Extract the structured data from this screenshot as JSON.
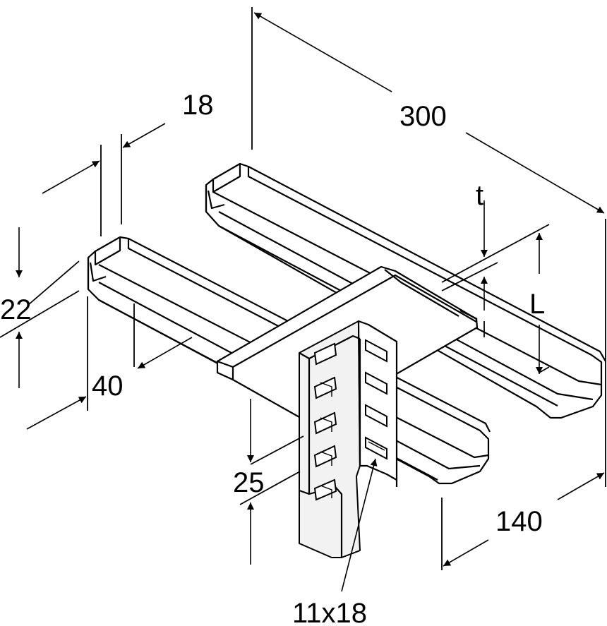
{
  "dimensions": {
    "length": "300",
    "flange_width": "18",
    "height": "22",
    "depth": "40",
    "thickness": "t",
    "label_L": "L",
    "offset": "25",
    "width": "140",
    "slot_size": "11x18"
  }
}
